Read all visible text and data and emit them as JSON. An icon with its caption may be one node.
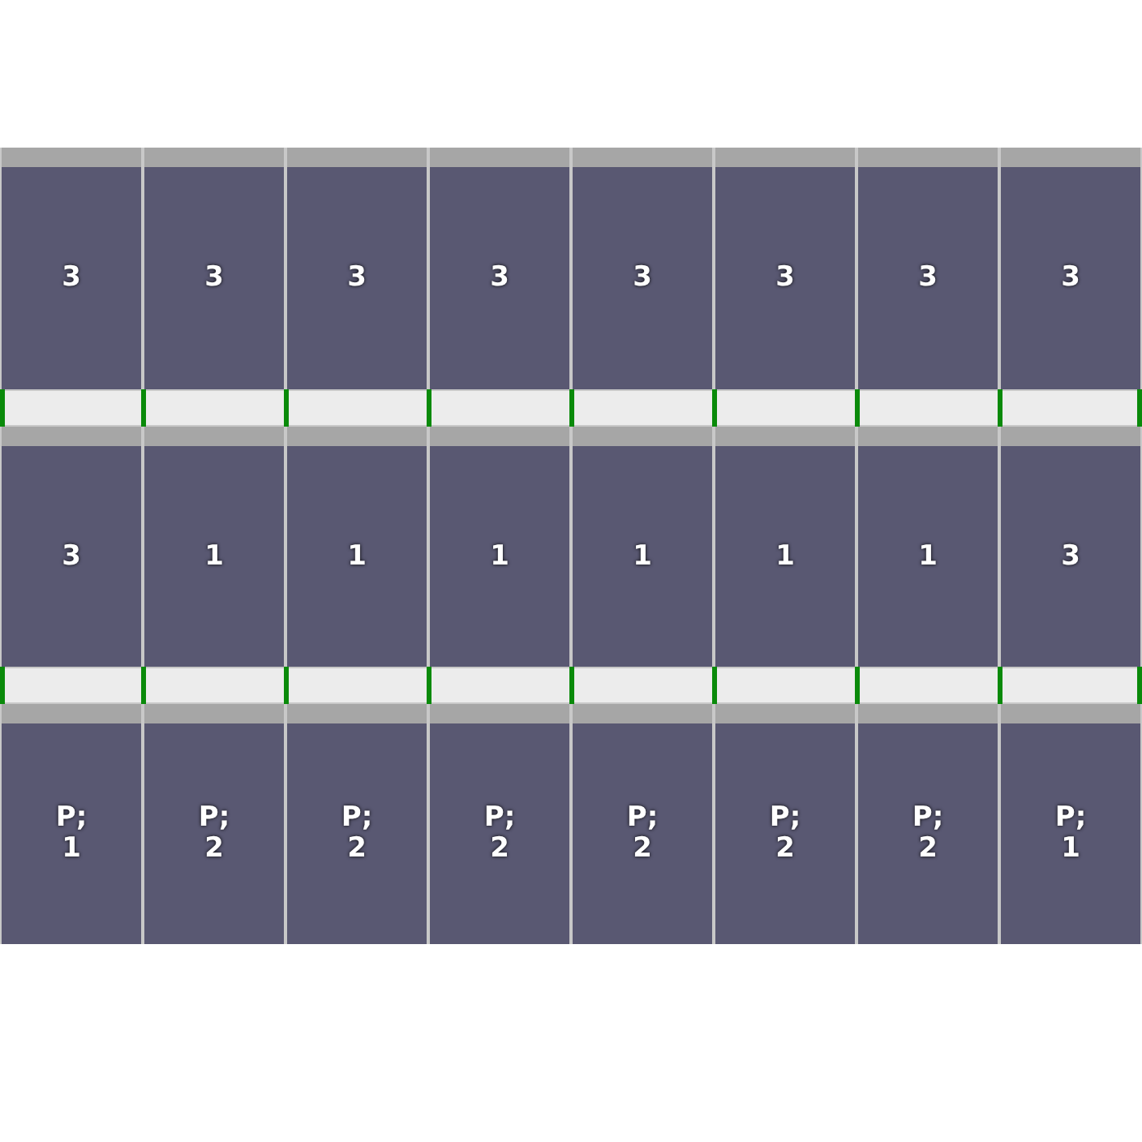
{
  "diagram": {
    "nodes": [
      {
        "text": [
          "3"
        ]
      },
      {
        "text": [
          "3"
        ]
      },
      {
        "text": [
          "3"
        ]
      },
      {
        "text": [
          "3"
        ]
      },
      {
        "text": [
          "3"
        ]
      },
      {
        "text": [
          "3"
        ]
      },
      {
        "text": [
          "3"
        ]
      },
      {
        "text": [
          "3"
        ]
      },
      {
        "text": [
          "3"
        ]
      },
      {
        "text": [
          "1"
        ]
      },
      {
        "text": [
          "1"
        ]
      },
      {
        "text": [
          "1"
        ]
      },
      {
        "text": [
          "1"
        ]
      },
      {
        "text": [
          "1"
        ]
      },
      {
        "text": [
          "1"
        ]
      },
      {
        "text": [
          "3"
        ]
      },
      {
        "text": [
          "P; 1"
        ]
      },
      {
        "text": [
          "P; 2"
        ]
      },
      {
        "text": [
          "P; 2"
        ]
      },
      {
        "text": [
          "P; 2"
        ]
      },
      {
        "text": [
          "P; 2"
        ]
      },
      {
        "text": [
          "P; 2"
        ]
      },
      {
        "text": [
          "P; 2"
        ]
      },
      {
        "text": [
          "P; 1"
        ]
      }
    ]
  }
}
